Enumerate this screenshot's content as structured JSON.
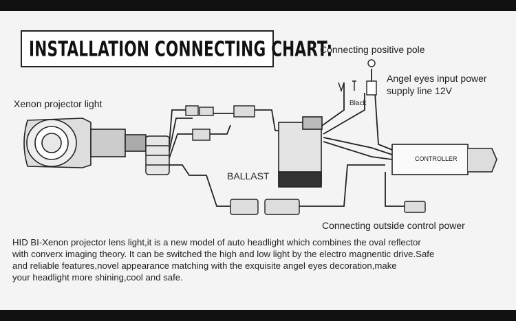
{
  "title": "INSTALLATION CONNECTING CHART:",
  "labels": {
    "positive_pole": "Connecting positive pole",
    "angel_eyes_line1": "Angel eyes input power",
    "angel_eyes_line2": "supply line 12V",
    "xenon_light": "Xenon projector light",
    "black": "Black",
    "ballast": "BALLAST",
    "controller": "CONTROLLER",
    "outside_power": "Connecting outside control power"
  },
  "description": [
    "HID BI-Xenon projector lens light,it is a new model of auto headlight which combines the oval reflector",
    "with converx imaging theory. It can be switched the high and low light by the electro magnentic drive.Safe",
    "and reliable features,novel appearance matching with the exquisite angel eyes decoration,make",
    "your headlight more shining,cool and safe."
  ]
}
